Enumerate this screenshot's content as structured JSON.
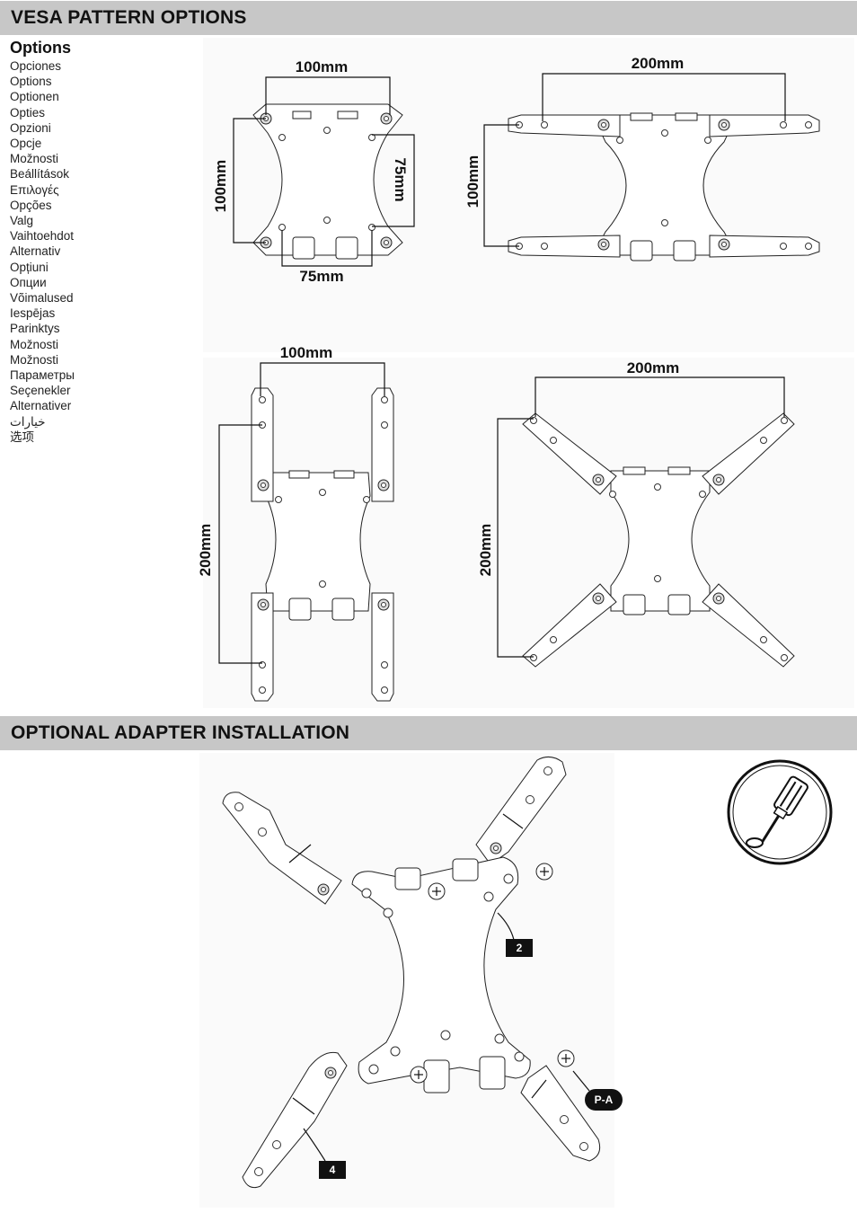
{
  "sections": {
    "vesa_title": "VESA PATTERN OPTIONS",
    "install_title": "OPTIONAL ADAPTER INSTALLATION"
  },
  "languages": {
    "heading": "Options",
    "items": [
      "Opciones",
      "Options",
      "Optionen",
      "Opties",
      "Opzioni",
      "Opcje",
      "Možnosti",
      "Beállítások",
      "Επιλογές",
      "Opções",
      "Valg",
      "Vaihtoehdot",
      "Alternativ",
      "Opțiuni",
      "Опции",
      "Võimalused",
      "Iespējas",
      "Parinktys",
      "Možnosti",
      "Možnosti",
      "Параметры",
      "Seçenekler",
      "Alternativer",
      "خيارات",
      "选项"
    ]
  },
  "diagrams": {
    "d1": {
      "top": "100mm",
      "left": "100mm",
      "right": "75mm",
      "bottom": "75mm"
    },
    "d2": {
      "top": "200mm",
      "left": "100mm"
    },
    "d3": {
      "top": "100mm",
      "left": "200mm"
    },
    "d4": {
      "top": "200mm",
      "left": "200mm"
    }
  },
  "install": {
    "callout_plate": "2",
    "callout_arm": "4",
    "callout_screw": "P-A",
    "tool_icon": "screwdriver-icon"
  }
}
